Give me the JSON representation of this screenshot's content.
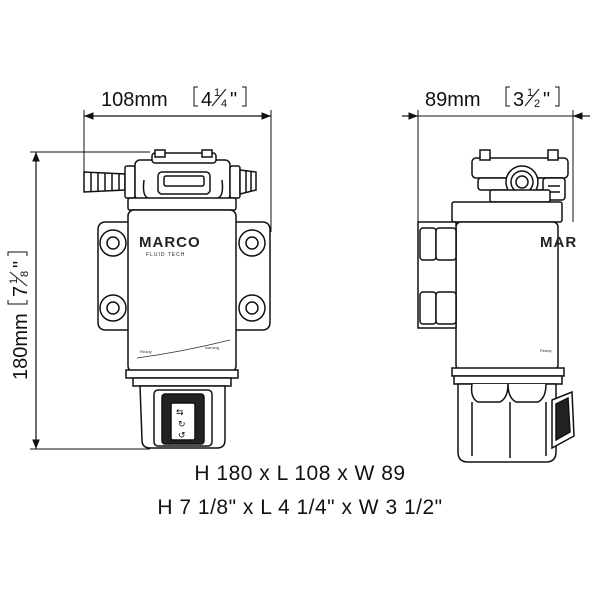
{
  "dimensions": {
    "width": {
      "metric": "108mm",
      "whole": "4",
      "num": "1",
      "den": "4"
    },
    "depth": {
      "metric": "89mm",
      "whole": "3",
      "num": "1",
      "den": "2"
    },
    "height": {
      "metric": "180mm",
      "whole": "7",
      "num": "1",
      "den": "8"
    }
  },
  "summary": {
    "metric_line": "H 180 x L 108 x W 89",
    "imperial_line": "H 7 1/8\" x L 4 1/4\" x W 3 1/2\""
  },
  "branding": {
    "brand": "MARCO",
    "sub": "FLUID TECH",
    "label_left": "Ready",
    "label_right": "warning",
    "side_brand": "MAR",
    "side_label": "Ready"
  },
  "switch_symbols": [
    "⇆",
    "↻",
    "↺"
  ],
  "colors": {
    "line": "#111111",
    "stroke_light": "#555555"
  }
}
